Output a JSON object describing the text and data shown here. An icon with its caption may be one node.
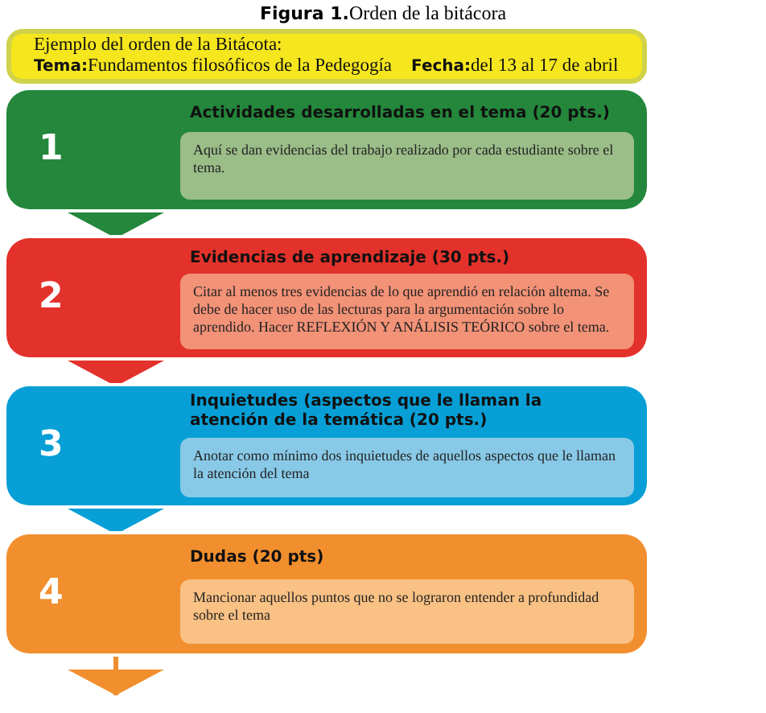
{
  "diagram": {
    "title": "**Figura 1.**Orden de la bitácora",
    "nodes": [
      {
        "text": [
          "Ejemplo del orden de la Bitácota:",
          "**Tema:**Fundamentos filosóficos de la Pedegogía",
          "**Fecha:**del 13 al 17 de abril"
        ]
      },
      {
        "text": [
          "1",
          "Actividades desarrolladas en el tema (20 pts.)"
        ]
      },
      {
        "text": [
          "Aquí se dan evidencias del trabajo realizado por cada estudiante sobre el tema."
        ],
        "in": 1
      },
      {
        "text": [
          "2",
          "Evidencias de aprendizaje (30 pts.)"
        ]
      },
      {
        "text": [
          "Citar al menos tres evidencias de lo que aprendió en relación altema. Se debe de hacer uso de las lecturas para la argumentación sobre lo aprendido. Hacer REFLEXIÓN Y ANÁLISIS TEÓRICO sobre el tema."
        ],
        "in": 3
      },
      {
        "text": [
          "3",
          "Inquietudes (aspectos que le llaman la atención de la temática (20 pts.)"
        ]
      },
      {
        "text": [
          "Anotar como mínimo dos inquietudes de aquellos aspectos que le llaman la atención del tema"
        ],
        "in": 5
      },
      {
        "text": [
          "4",
          "Dudas (20 pts)"
        ]
      },
      {
        "text": [
          "Mancionar aquellos puntos que no se lograron entender a profundidad sobre el tema"
        ],
        "in": 7
      }
    ],
    "edges": [
      {
        "from": 1,
        "to": 3,
        "arrow": "to",
        "color": "#24873b"
      },
      {
        "from": 3,
        "to": 5,
        "arrow": "to",
        "color": "#e3322b"
      },
      {
        "from": 5,
        "to": 7,
        "arrow": "to",
        "color": "#089fd6"
      },
      {
        "from": 7,
        "to": null,
        "arrow": "to",
        "color": "#f18f2e"
      }
    ]
  }
}
